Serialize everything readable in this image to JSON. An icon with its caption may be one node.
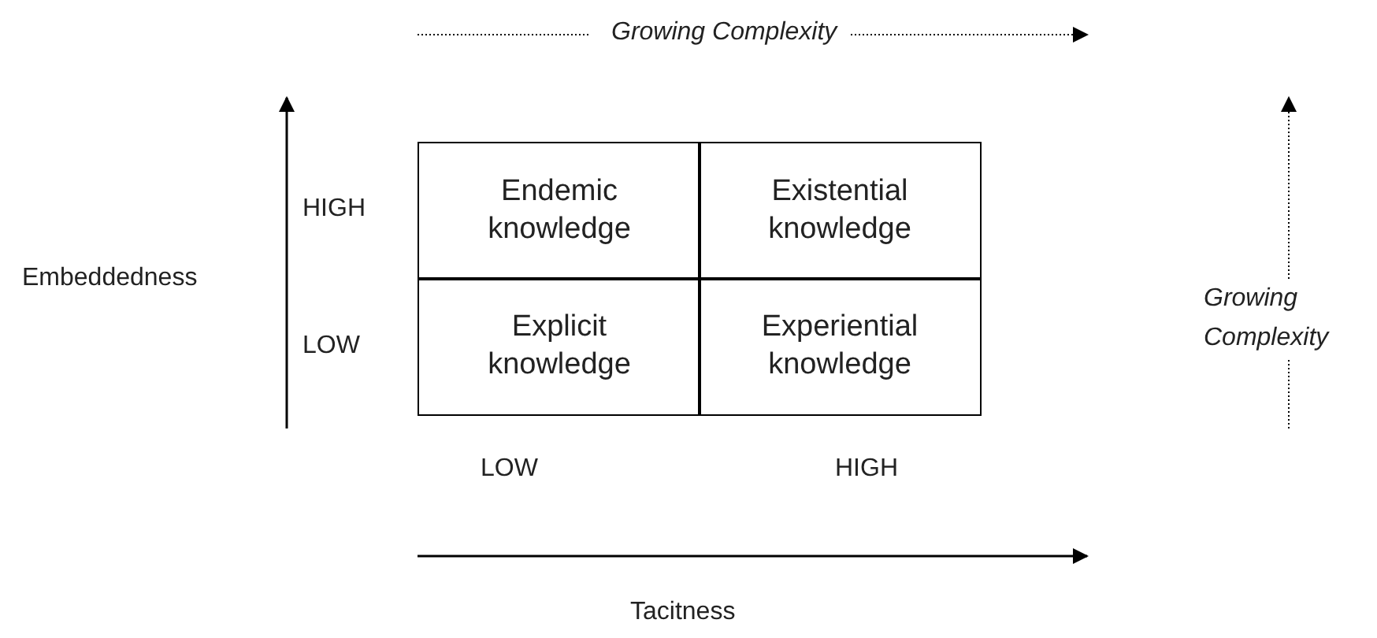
{
  "diagram": {
    "nodes": [
      {
        "text": [
          "Endemic knowledge"
        ]
      },
      {
        "text": [
          "Existential knowledge"
        ]
      },
      {
        "text": [
          "Explicit knowledge"
        ]
      },
      {
        "text": [
          "Experiential knowledge"
        ]
      }
    ],
    "labels": [
      "Growing Complexity",
      "HIGH",
      "LOW",
      "Embeddedness",
      "Growing Complexity",
      "LOW",
      "HIGH",
      "Tacitness"
    ]
  }
}
